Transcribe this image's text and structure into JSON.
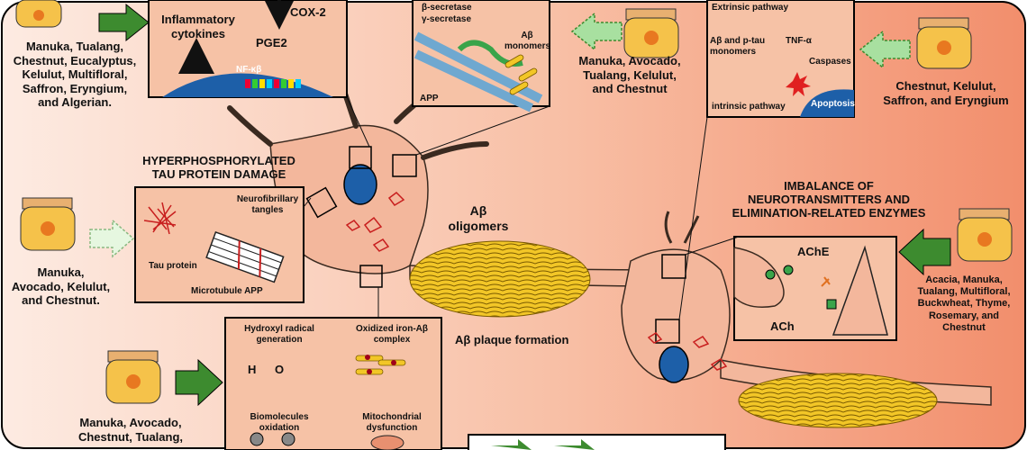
{
  "honey_groups": {
    "g1": [
      "Manuka, Tualang,",
      "Chestnut, Eucalyptus,",
      "Kelulut, Multifloral,",
      "Saffron, Eryngium,",
      "and Algerian."
    ],
    "g2": [
      "Manuka, Avocado,",
      "Tualang, Kelulut,",
      "and Chestnut"
    ],
    "g3": [
      "Chestnut, Kelulut,",
      "Saffron, and Eryngium"
    ],
    "g4": [
      "Manuka,",
      "Avocado, Kelulut,",
      "and Chestnut."
    ],
    "g5": [
      "Acacia, Manuka,",
      "Tualang, Multifloral,",
      "Buckwheat, Thyme,",
      "Rosemary, and",
      "Chestnut"
    ],
    "g6": [
      "Manuka, Avocado,",
      "Chestnut, Tualang,"
    ]
  },
  "inflammation": {
    "cytokines": "Inflammatory cytokines",
    "cox2": "COX-2",
    "pge2": "PGE2",
    "nfkb": "NF-κβ"
  },
  "amyloid": {
    "beta_secretase": "β-secretase",
    "gamma_secretase": "γ-secretase",
    "monomers": "Aβ monomers",
    "app": "APP"
  },
  "apoptosis": {
    "extrinsic": "Extrinsic pathway",
    "monomers": "Aβ and p-tau monomers",
    "tnf": "TNF-α",
    "caspases": "Caspases",
    "intrinsic": "intrinsic pathway",
    "apoptosis": "Apoptosis"
  },
  "tau": {
    "heading_1": "HYPERPHOSPHORYLATED",
    "heading_2": "TAU PROTEIN DAMAGE",
    "tangles": "Neurofibrillary tangles",
    "tau_protein": "Tau protein",
    "microtubule": "Microtubule APP"
  },
  "oligomers": "Aβ oligomers",
  "plaque": "Aβ plaque formation",
  "neurotransmitters": {
    "heading_1": "IMBALANCE OF",
    "heading_2": "NEUROTRANSMITTERS AND",
    "heading_3": "ELIMINATION-RELATED ENZYMES",
    "ache": "AChE",
    "ach": "ACh"
  },
  "oxidative": {
    "hydroxyl": "Hydroxyl radical generation",
    "iron": "Oxidized iron-Aβ complex",
    "biomolecules": "Biomolecules oxidation",
    "mito": "Mitochondrial dysfunction",
    "h": "H",
    "o": "O"
  },
  "colors": {
    "background_light": "#fde6da",
    "background_dark": "#f28e6c",
    "neuron": "#f3b79c",
    "nucleus": "#1d5fa8",
    "arrow_green": "#3d8b2f",
    "plaque": "#f2c627"
  }
}
